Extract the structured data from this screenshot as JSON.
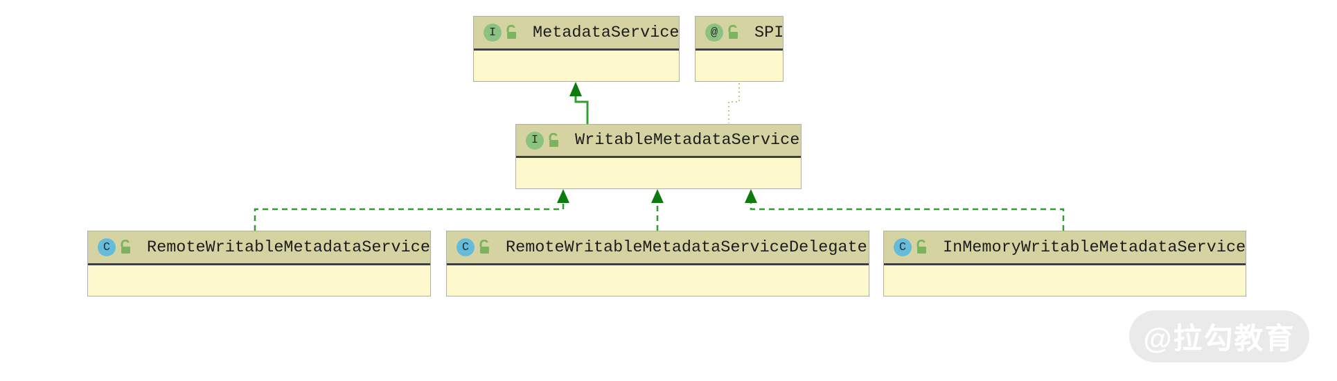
{
  "diagram": {
    "tool": "uml-class-diagram",
    "nodes": [
      {
        "id": "MetadataService",
        "label": "MetadataService",
        "kind": "interface",
        "kind_letter": "I",
        "visibility": "public"
      },
      {
        "id": "SPI",
        "label": "SPI",
        "kind": "annotation",
        "kind_letter": "@",
        "visibility": "public"
      },
      {
        "id": "WritableMetadataService",
        "label": "WritableMetadataService",
        "kind": "interface",
        "kind_letter": "I",
        "visibility": "public"
      },
      {
        "id": "RemoteWritableMetadataService",
        "label": "RemoteWritableMetadataService",
        "kind": "class",
        "kind_letter": "C",
        "visibility": "public"
      },
      {
        "id": "RemoteWritableMetadataServiceDelegate",
        "label": "RemoteWritableMetadataServiceDelegate",
        "kind": "class",
        "kind_letter": "C",
        "visibility": "public"
      },
      {
        "id": "InMemoryWritableMetadataService",
        "label": "InMemoryWritableMetadataService",
        "kind": "class",
        "kind_letter": "C",
        "visibility": "public"
      }
    ],
    "edges": [
      {
        "from": "WritableMetadataService",
        "to": "MetadataService",
        "relation": "extends",
        "line": "solid-green-arrow"
      },
      {
        "from": "WritableMetadataService",
        "to": "SPI",
        "relation": "annotated-by",
        "line": "dotted-olive-no-arrow"
      },
      {
        "from": "RemoteWritableMetadataService",
        "to": "WritableMetadataService",
        "relation": "implements",
        "line": "dashed-green-arrow"
      },
      {
        "from": "RemoteWritableMetadataServiceDelegate",
        "to": "WritableMetadataService",
        "relation": "implements",
        "line": "dashed-green-arrow"
      },
      {
        "from": "InMemoryWritableMetadataService",
        "to": "WritableMetadataService",
        "relation": "implements",
        "line": "dashed-green-arrow"
      }
    ],
    "colors": {
      "node_header_bg": "#d5d3a2",
      "node_body_bg": "#fdf9cc",
      "node_border": "#aeaea6",
      "header_separator": "#3f3f3f",
      "interface_icon_bg": "#8bc27f",
      "annotation_icon_bg": "#8bc27f",
      "class_icon_bg": "#64bcdc",
      "lock_icon_green": "#7cb35f",
      "edge_green": "#2f9e2f",
      "arrowhead_green": "#0d7a0d",
      "dotted_olive": "#c6c878",
      "label_text": "#1c1c1c",
      "canvas_bg": "#ffffff"
    }
  },
  "watermark": {
    "text": "@拉勾教育"
  }
}
